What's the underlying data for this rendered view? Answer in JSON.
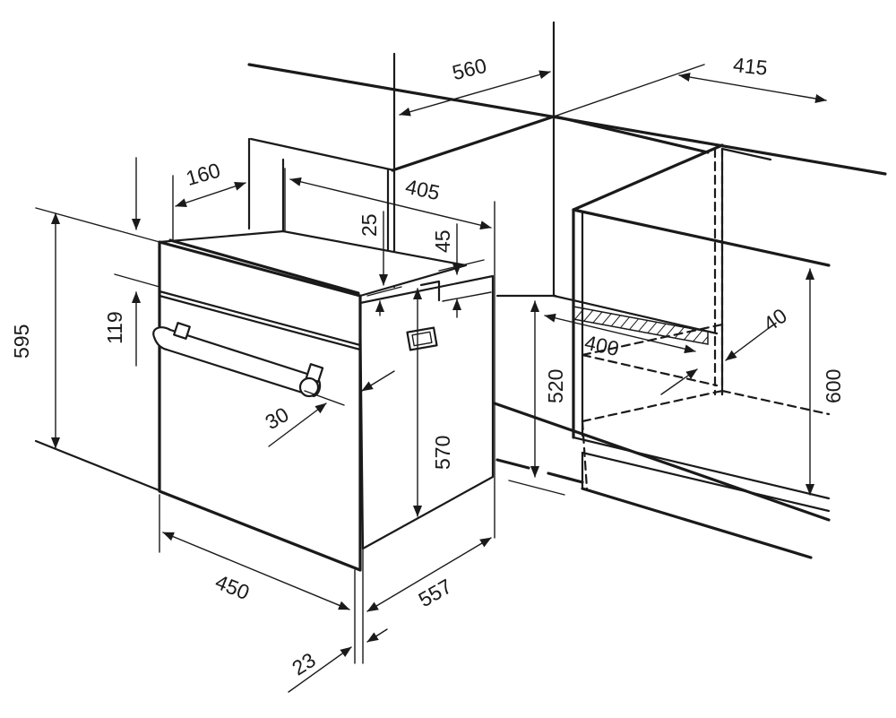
{
  "diagram": {
    "dimensions": {
      "d_560": "560",
      "d_415": "415",
      "d_160": "160",
      "d_405": "405",
      "d_25": "25",
      "d_45": "45",
      "d_595": "595",
      "d_119": "119",
      "d_30": "30",
      "d_570": "570",
      "d_520": "520",
      "d_400": "400",
      "d_40": "40",
      "d_600": "600",
      "d_450": "450",
      "d_557": "557",
      "d_23": "23"
    },
    "colors": {
      "line": "#1a1a1a",
      "background": "#ffffff"
    }
  }
}
